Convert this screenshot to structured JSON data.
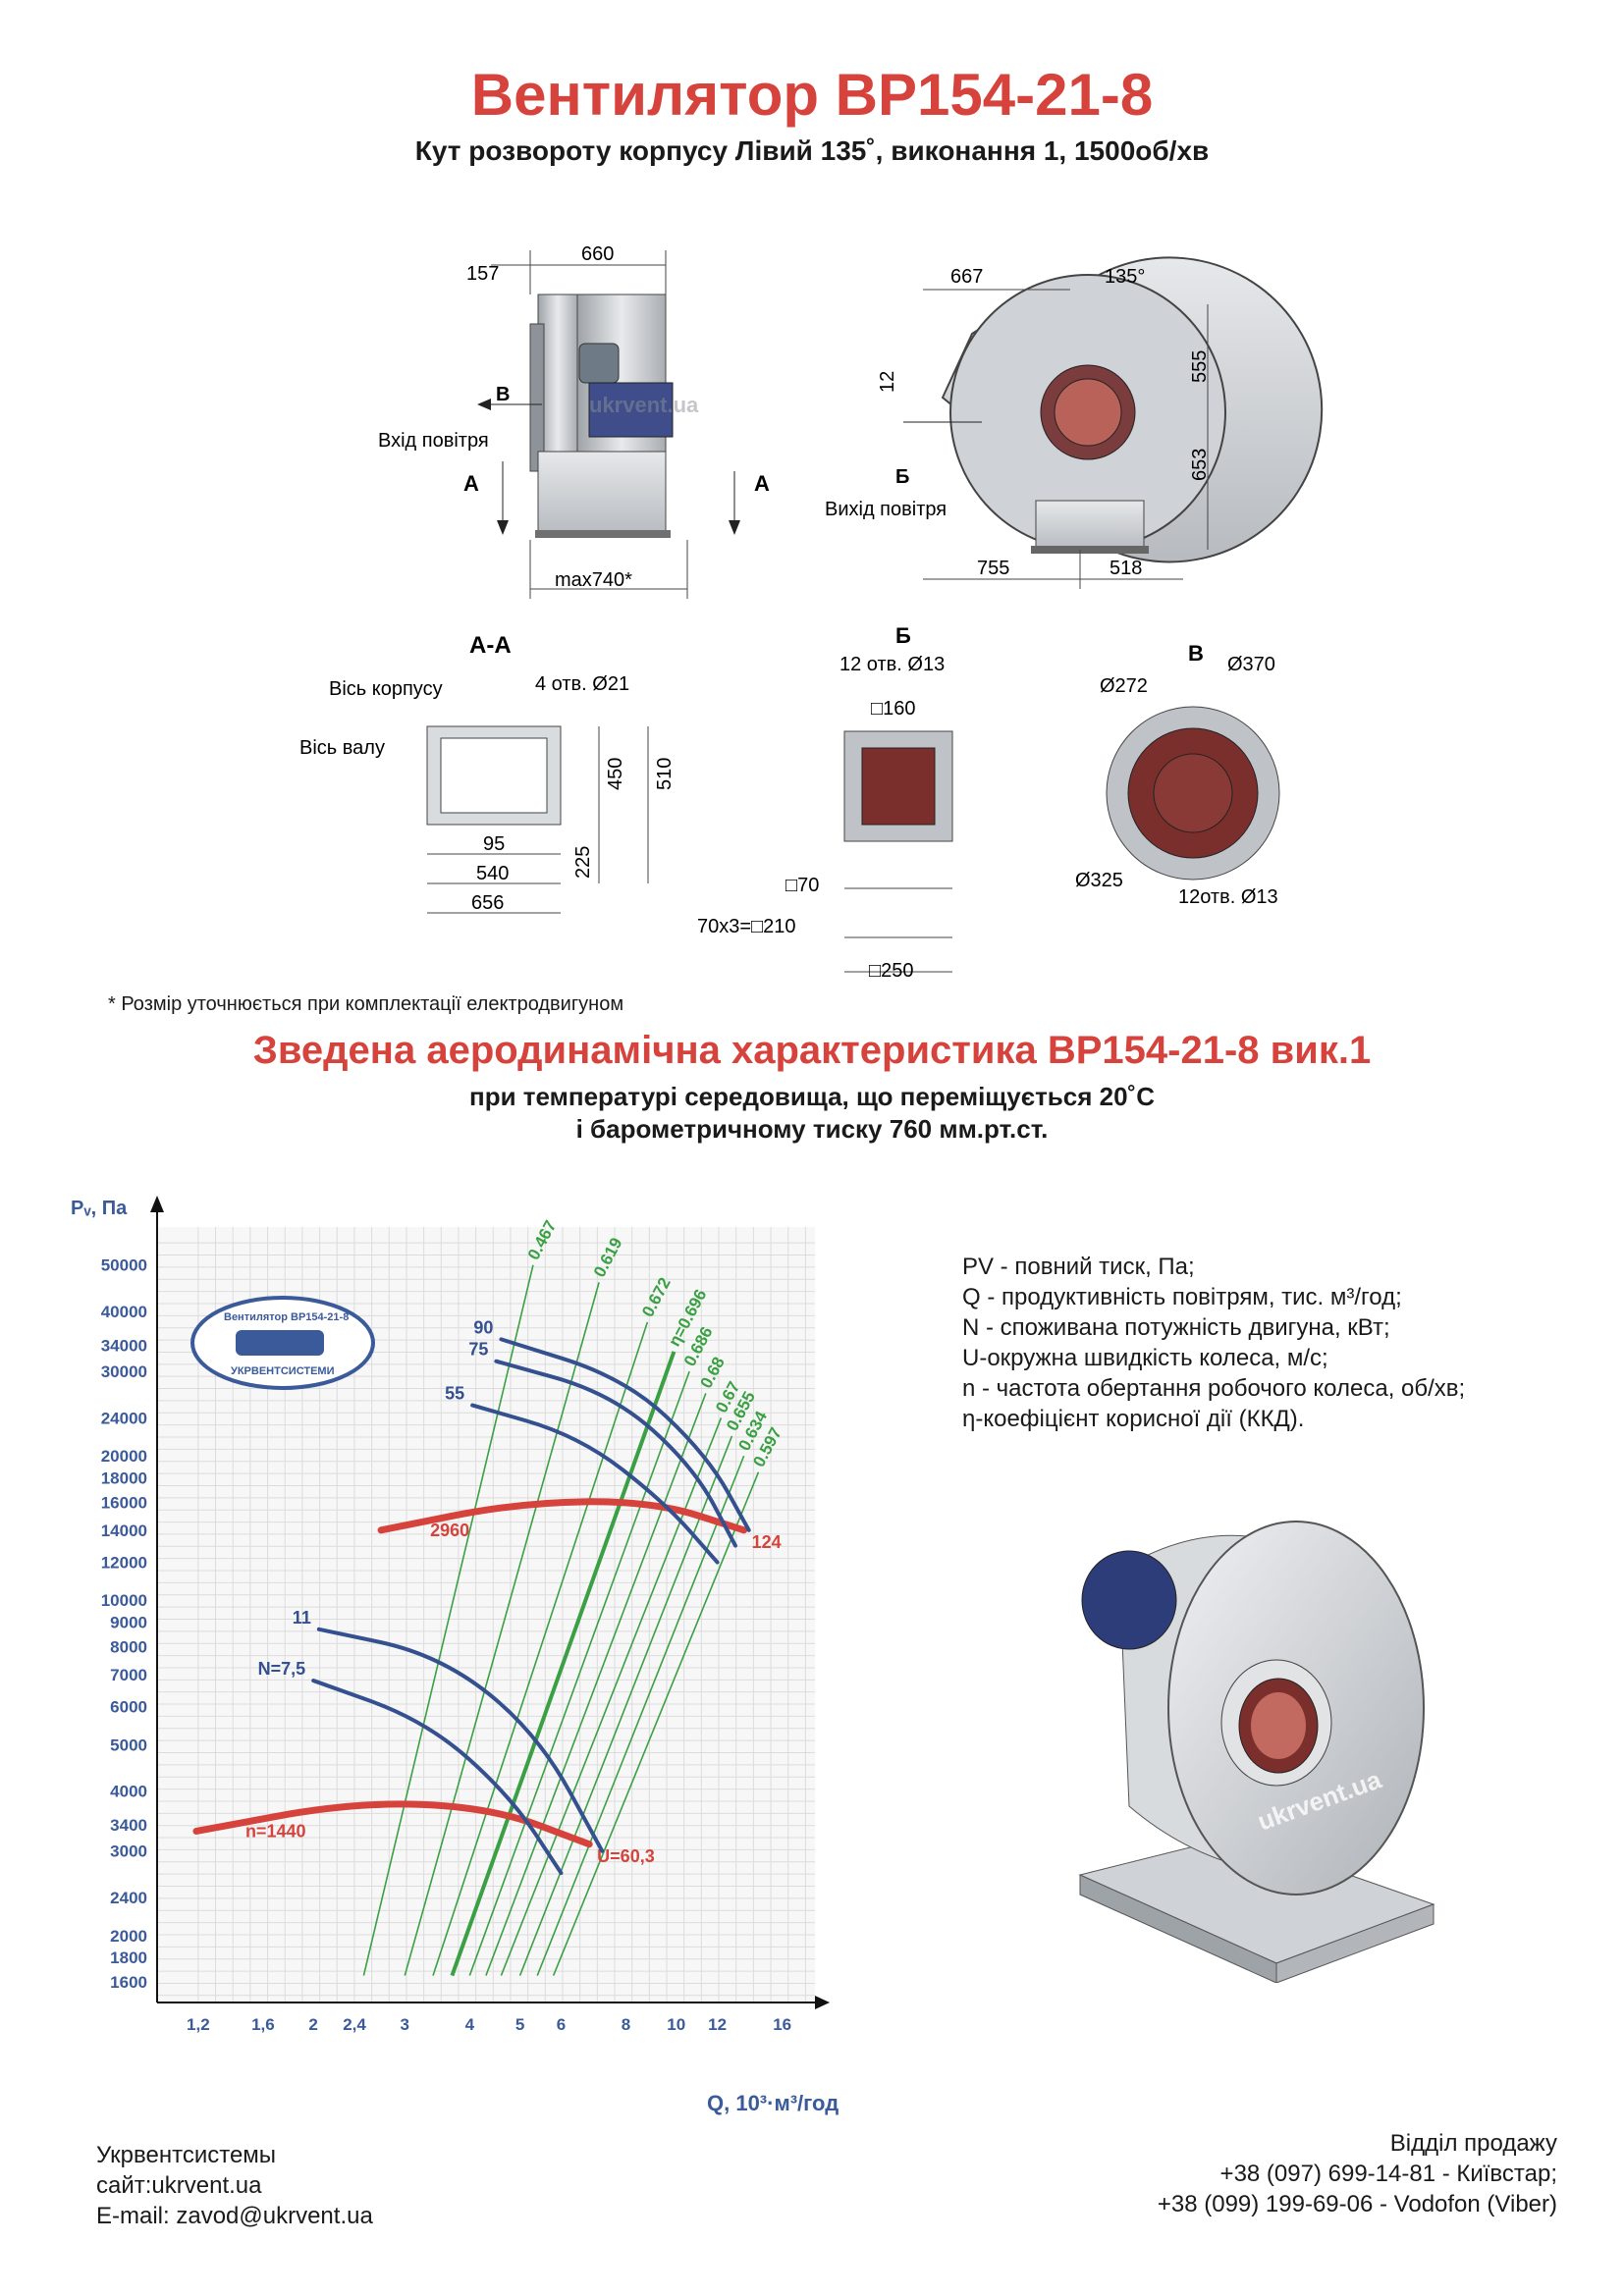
{
  "header": {
    "title": "Вентилятор ВР154-21-8",
    "subtitle": "Кут розвороту корпусу Лівий 135˚, виконання 1, 1500об/хв"
  },
  "drawing": {
    "side_dims": [
      "157",
      "660",
      "max740*"
    ],
    "side_labels": {
      "view_b": "В",
      "inlet": "Вхід повітря",
      "section_left": "А",
      "section_right": "А"
    },
    "front_dims": [
      "667",
      "135°",
      "12",
      "555",
      "653",
      "755",
      "518"
    ],
    "front_labels": {
      "view_b": "Б",
      "outlet": "Вихід повітря"
    },
    "aa": {
      "title": "А-А",
      "axis_body": "Вісь корпусу",
      "axis_shaft": "Вісь валу",
      "holes": "4 отв. Ø21",
      "d95": "95",
      "d540": "540",
      "d656": "656",
      "d225": "225",
      "d450": "450",
      "d510": "510"
    },
    "b": {
      "title": "Б",
      "holes": "12 отв.  Ø13",
      "sq160": "□160",
      "sq70": "□70",
      "pitch": "70х3=□210",
      "sq250": "□250"
    },
    "v": {
      "title": "В",
      "d370": "Ø370",
      "d272": "Ø272",
      "d325": "Ø325",
      "holes": "12отв.  Ø13"
    },
    "watermark": "ukrvent.ua"
  },
  "footnote": "* Розмір уточнюється при комплектації електродвигуном",
  "section": {
    "title": "Зведена аеродинамічна характеристика ВР154-21-8 вик.1",
    "line1": "при температурі середовища, що переміщується 20˚С",
    "line2": "і барометричному тиску 760 мм.рт.ст."
  },
  "legend": [
    "PV - повний тиск, Па;",
    "Q - продуктивність повітрям, тис. м³/год;",
    "N - споживана потужність двигуна, кВт;",
    "U-окружна швидкість колеса, м/с;",
    "n - частота обертання робочого колеса, об/хв;",
    "η-коефіцієнт корисної дії (ККД)."
  ],
  "chart_data": {
    "type": "line",
    "ylabel": "Pᵥ, Па",
    "xlabel": "Q, 10³·м³/год",
    "y_scale": "log",
    "x_scale": "log",
    "yticks": [
      1600,
      1800,
      2000,
      2400,
      3000,
      3400,
      4000,
      5000,
      6000,
      7000,
      8000,
      9000,
      10000,
      12000,
      14000,
      16000,
      18000,
      20000,
      24000,
      30000,
      34000,
      40000,
      50000
    ],
    "ytick_labels": [
      "1600",
      "1800",
      "2000",
      "2400",
      "3000",
      "3400",
      "4000",
      "5000",
      "6000",
      "7000",
      "8000",
      "9000",
      "10000",
      "12000",
      "14000",
      "16000",
      "18000",
      "20000",
      "24000",
      "30000",
      "34000",
      "40000",
      "50000"
    ],
    "xticks": [
      1.2,
      1.6,
      2,
      2.4,
      3,
      4,
      5,
      6,
      8,
      10,
      12,
      16
    ],
    "xtick_labels": [
      "1,2",
      "1,6",
      "2",
      "2,4",
      "3",
      "4",
      "5",
      "6",
      "8",
      "10",
      "12",
      "16"
    ],
    "logo_text": [
      "Вентилятор ВР154-21-8",
      "УКРВЕНТСИСТЕМИ"
    ],
    "efficiency_labels": [
      "0.467",
      "0.619",
      "0.672",
      "η=0.696",
      "0.686",
      "0.68",
      "0.67",
      "0.655",
      "0.634",
      "0.597"
    ],
    "series": [
      {
        "name": "n=1440",
        "end_label": "U=60,3",
        "points": [
          [
            1.19,
            3300
          ],
          [
            2.4,
            3800
          ],
          [
            4.4,
            3700
          ],
          [
            6.8,
            3100
          ]
        ]
      },
      {
        "name": "2960",
        "end_label": "124",
        "points": [
          [
            2.7,
            14000
          ],
          [
            5.0,
            16000
          ],
          [
            9.0,
            16100
          ],
          [
            13.5,
            14000
          ]
        ]
      },
      {
        "name": "N=7,5",
        "points": [
          [
            2.0,
            6800
          ],
          [
            3.3,
            5600
          ],
          [
            4.8,
            3900
          ],
          [
            6.0,
            2700
          ]
        ]
      },
      {
        "name": "11",
        "points": [
          [
            2.05,
            8700
          ],
          [
            3.5,
            7700
          ],
          [
            5.4,
            5300
          ],
          [
            7.2,
            3000
          ]
        ]
      },
      {
        "name": "55",
        "points": [
          [
            4.05,
            25500
          ],
          [
            6.5,
            22000
          ],
          [
            9.5,
            16000
          ],
          [
            12.0,
            12000
          ]
        ]
      },
      {
        "name": "75",
        "points": [
          [
            4.5,
            31500
          ],
          [
            7.5,
            27000
          ],
          [
            10.8,
            19000
          ],
          [
            13.0,
            13000
          ]
        ]
      },
      {
        "name": "90",
        "points": [
          [
            4.6,
            35000
          ],
          [
            8.0,
            29000
          ],
          [
            11.5,
            20000
          ],
          [
            13.8,
            14000
          ]
        ]
      }
    ]
  },
  "photo_watermark": "ukrvent.ua",
  "company": {
    "name": "Укрвентсистемы",
    "site": "сайт:ukrvent.ua",
    "email": "E-mail: zavod@ukrvent.ua"
  },
  "sales": {
    "title": "Відділ продажу",
    "phone1": "+38 (097) 699-14-81 - Київстар;",
    "phone2": "+38 (099) 199-69-06 - Vodofon (Viber)"
  },
  "colors": {
    "accent": "#d6433c",
    "curve_blue": "#34508f",
    "eff_green": "#3aa043",
    "grid": "#d4d4d4"
  }
}
